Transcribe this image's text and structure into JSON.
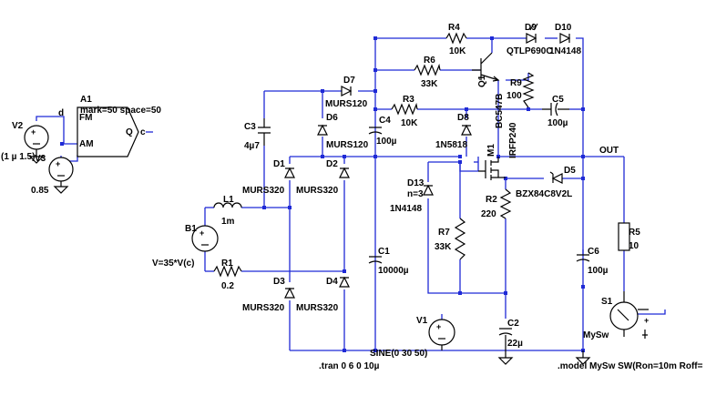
{
  "components": {
    "V2": "V2",
    "V2_val": "(1 µ 1.5)",
    "V3": "V3",
    "V3_val": "0.85",
    "A1": "A1",
    "A1_params": "mark=50 space=50",
    "A1_FM": "FM",
    "A1_AM": "AM",
    "A1_Q": "Q",
    "A1_c": "c",
    "A1_d": "d",
    "C3": "C3",
    "C3_val": "4µ7",
    "D7": "D7",
    "D7_val": "MURS120",
    "D6": "D6",
    "D6_val": "MURS120",
    "C4": "C4",
    "C4_val": "100µ",
    "R4": "R4",
    "R4_val": "10K",
    "R6": "R6",
    "R6_val": "33K",
    "R3": "R3",
    "R3_val": "10K",
    "Q1": "Q1",
    "Q1_val": "BC547B",
    "D9": "D9",
    "D9_val": "QTLP690C",
    "D10": "D10",
    "D10_val": "1N4148",
    "R9": "R9",
    "R9_val": "100",
    "C5": "C5",
    "C5_val": "100µ",
    "D8": "D8",
    "D8_val": "1N5818",
    "M1": "M1",
    "M1_val": "IRFP240",
    "OUT": "OUT",
    "D1": "D1",
    "D1_val": "MURS320",
    "D2": "D2",
    "D2_val": "MURS320",
    "D3": "D3",
    "D3_val": "MURS320",
    "D4": "D4",
    "D4_val": "MURS320",
    "L1": "L1",
    "L1_val": "1m",
    "B1": "B1",
    "B1_val": "V=35*V(c)",
    "R1": "R1",
    "R1_val": "0.2",
    "D13": "D13",
    "D13_val": "1N4148",
    "D13_n": "n=3",
    "R7": "R7",
    "R7_val": "33K",
    "R2": "R2",
    "R2_val": "220",
    "D5": "D5",
    "D5_val": "BZX84C8V2L",
    "C1": "C1",
    "C1_val": "10000µ",
    "C6": "C6",
    "C6_val": "100µ",
    "R5": "R5",
    "R5_val": "10",
    "S1": "S1",
    "S1_val": "MySw",
    "V1": "V1",
    "V1_val": "SINE(0 30 50)",
    "C2": "C2",
    "C2_val": "22µ"
  },
  "directives": {
    "tran": ".tran 0 6 0 10µ",
    "model": ".model MySw SW(Ron=10m Roff="
  }
}
